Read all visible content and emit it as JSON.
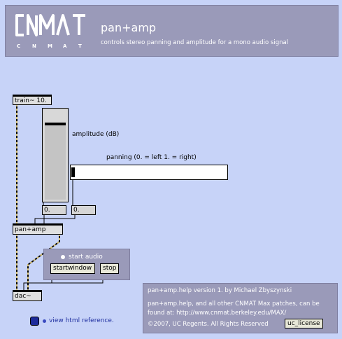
{
  "header": {
    "logo_text": "CNMAT",
    "title": "pan+amp",
    "subtitle": "controls stereo panning and amplitude for a mono audio signal"
  },
  "patch": {
    "train_object": "train~ 10.",
    "amp_label": "amplitude (dB)",
    "pan_label": "panning (0. = left 1. = right)",
    "amp_number": "0.",
    "pan_number": "0.",
    "panamp_object": "pan+amp",
    "dac_object": "dac~",
    "amp_slider_value": 0.86,
    "pan_slider_value": 0.0
  },
  "audio": {
    "start_label": "start audio",
    "startwindow_label": "startwindow",
    "stop_label": "stop"
  },
  "reference": {
    "label": "view html reference."
  },
  "info": {
    "line1": "pan+amp.help version 1. by Michael Zbyszynski",
    "line2": "pan+amp.help, and all other CNMAT Max patches, can be",
    "line3": "found at:  http://www.cnmat.berkeley.edu/MAX/",
    "line4": "©2007, UC Regents.  All Rights Reserved",
    "license_label": "uc_license"
  },
  "colors": {
    "background": "#c7d3f8",
    "panel": "#9a9ab9",
    "audio_wire": "#d8c070"
  }
}
